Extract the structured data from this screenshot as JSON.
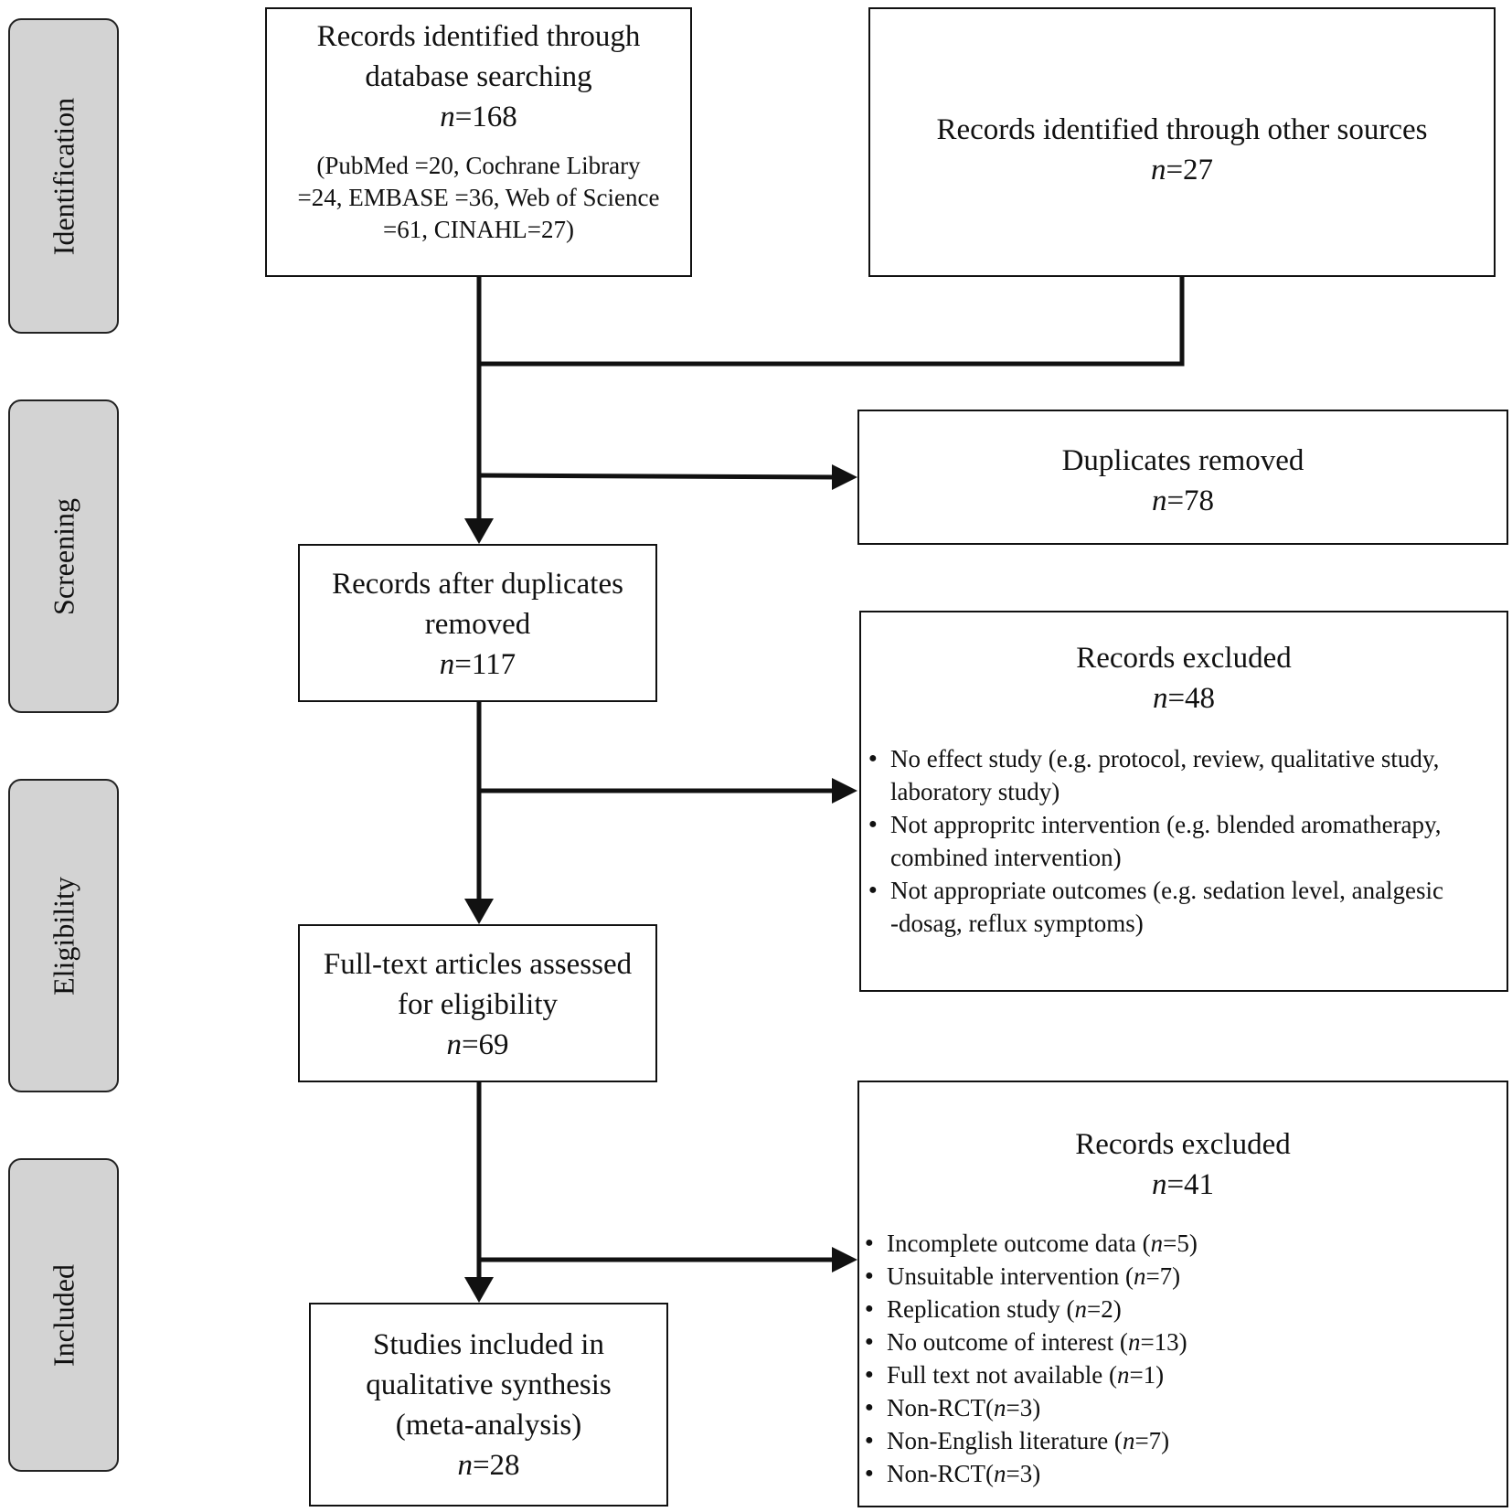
{
  "phases": {
    "identification": "Identification",
    "screening": "Screening",
    "eligibility": "Eligibility",
    "included": "Included"
  },
  "db_search": {
    "line1": "Records identified through",
    "line2": "database searching",
    "n_prefix": "n",
    "n_value": "=168",
    "detail1": "(PubMed =20, Cochrane Library",
    "detail2": "=24, EMBASE =36, Web of Science",
    "detail3": "=61, CINAHL=27)"
  },
  "other_sources": {
    "line1": "Records identified through other sources",
    "n_prefix": "n",
    "n_value": "=27"
  },
  "duplicates_removed": {
    "line1": "Duplicates removed",
    "n_prefix": "n",
    "n_value": "=78"
  },
  "after_duplicates": {
    "line1": "Records after duplicates",
    "line2": "removed",
    "n_prefix": "n",
    "n_value": "=117"
  },
  "excluded_screening": {
    "title": "Records excluded",
    "n_prefix": "n",
    "n_value": "=48",
    "items": [
      [
        "No effect study (e.g. protocol, review, qualitative study,",
        "laboratory study)"
      ],
      [
        "Not appropritc intervention (e.g. blended aromatherapy,",
        "combined intervention)"
      ],
      [
        "Not appropriate outcomes (e.g. sedation level, analgesic",
        "-dosag, reflux symptoms)"
      ]
    ]
  },
  "full_text": {
    "line1": "Full-text articles assessed",
    "line2": "for eligibility",
    "n_prefix": "n",
    "n_value": "=69"
  },
  "excluded_eligibility": {
    "title": "Records excluded",
    "n_prefix": "n",
    "n_value": "=41",
    "items": [
      {
        "text": "Incomplete outcome data (",
        "n": "n",
        "val": "=5)"
      },
      {
        "text": "Unsuitable intervention (",
        "n": "n",
        "val": "=7)"
      },
      {
        "text": "Replication study (",
        "n": "n",
        "val": "=2)"
      },
      {
        "text": "No outcome of interest (",
        "n": "n",
        "val": "=13)"
      },
      {
        "text": "Full text not available (",
        "n": "n",
        "val": "=1)"
      },
      {
        "text": "Non-RCT(",
        "n": "n",
        "val": "=3)"
      },
      {
        "text": "Non-English literature (",
        "n": "n",
        "val": "=7)"
      },
      {
        "text": "Non-RCT(",
        "n": "n",
        "val": "=3)"
      }
    ]
  },
  "included_studies": {
    "line1": "Studies included in",
    "line2": "qualitative synthesis",
    "line3": "(meta-analysis)",
    "n_prefix": "n",
    "n_value": "=28"
  }
}
